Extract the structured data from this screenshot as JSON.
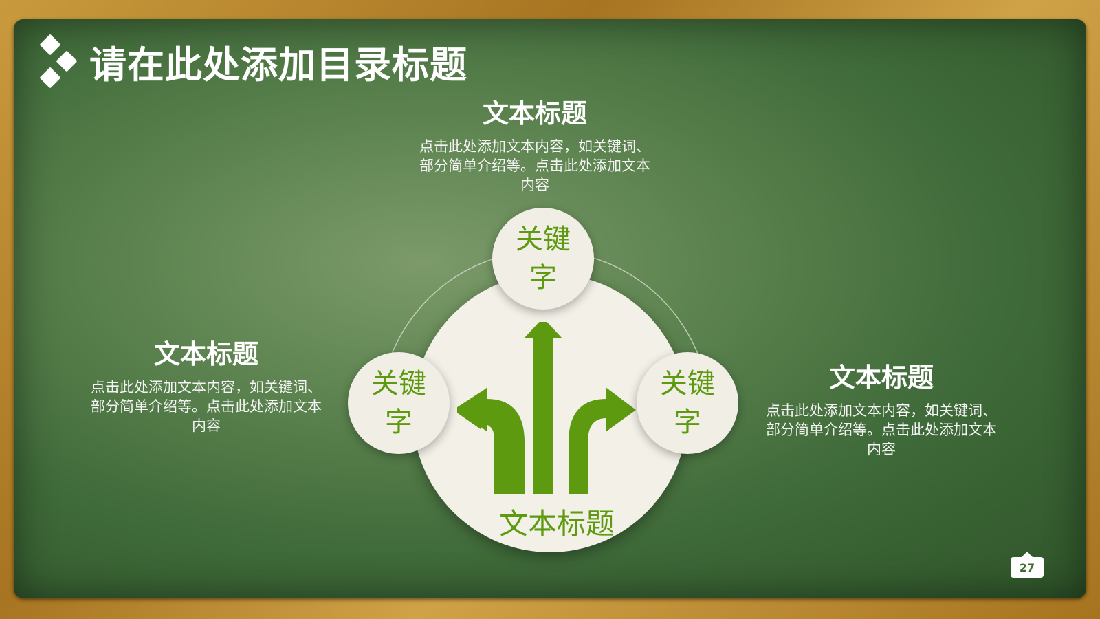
{
  "header": {
    "title": "请在此处添加目录标题"
  },
  "blocks": {
    "top": {
      "title": "文本标题",
      "body": "点击此处添加文本内容，如关键词、部分简单介绍等。点击此处添加文本内容"
    },
    "left": {
      "title": "文本标题",
      "body": "点击此处添加文本内容，如关键词、部分简单介绍等。点击此处添加文本内容"
    },
    "right": {
      "title": "文本标题",
      "body": "点击此处添加文本内容，如关键词、部分简单介绍等。点击此处添加文本内容"
    }
  },
  "diagram": {
    "keywords": {
      "top": "关键字",
      "left": "关键字",
      "right": "关键字"
    },
    "center_label": "文本标题"
  },
  "footer": {
    "page_number": "27"
  },
  "colors": {
    "accent_green": "#5d9a0f",
    "board_green": "#4a7440",
    "circle": "#f3f0e8"
  }
}
